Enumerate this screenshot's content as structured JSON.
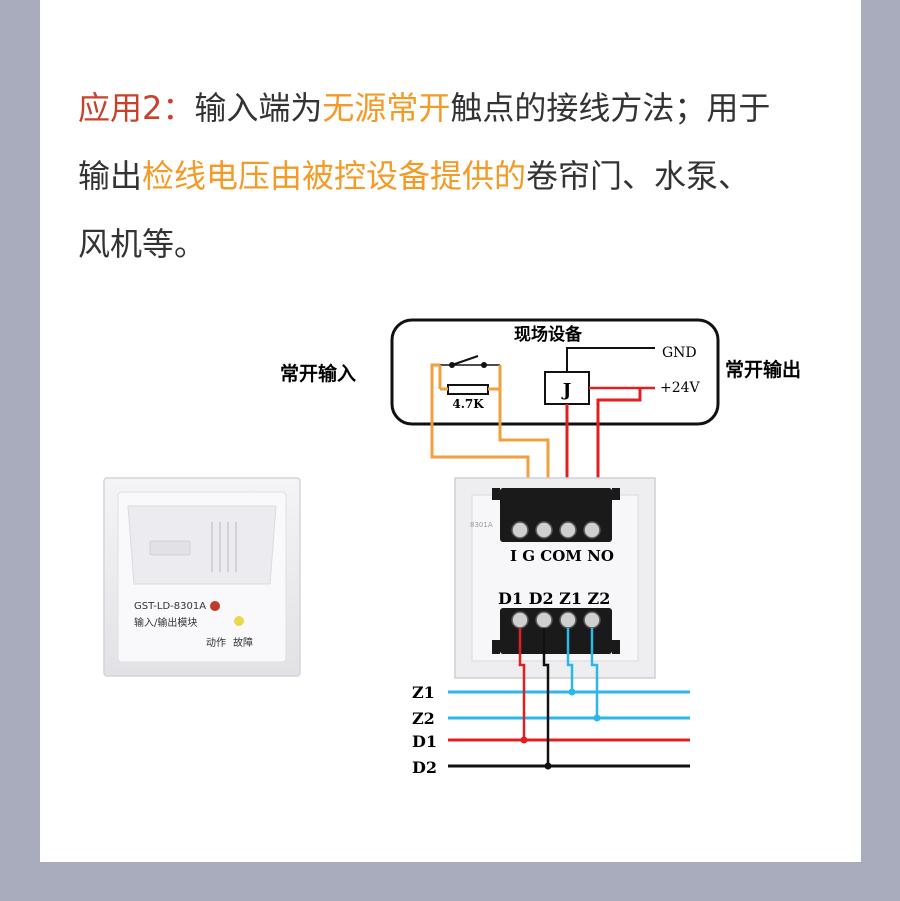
{
  "text": {
    "app_label": "应用2：",
    "seg1": "输入端为",
    "seg2_highlight": "无源常开",
    "seg3": "触点的接线方法；用于",
    "seg4": "输出",
    "seg5_highlight": "检线电压由被控设备提供的",
    "seg6": "卷帘门、水泵、",
    "seg7": "风机等。"
  },
  "diagram": {
    "field_device": "现场设备",
    "gnd": "GND",
    "plus24v": "+24V",
    "relay": "J",
    "resistor": "4.7K",
    "no_input": "常开输入",
    "no_output": "常开输出",
    "terminal_top": "I G COM NO",
    "terminal_bottom": "D1 D2 Z1 Z2",
    "bus": [
      "Z1",
      "Z2",
      "D1",
      "D2"
    ],
    "module_model": "GST-LD-8301A",
    "module_name": "输入/输出模块",
    "led_action": "动作",
    "led_fault": "故障",
    "pcb_mark": "8301A"
  },
  "colors": {
    "orange_wire": "#f0a03c",
    "red_wire": "#e02020",
    "blue_wire": "#2db6e8",
    "black_wire": "#111111",
    "accent_red": "#c8412a",
    "accent_orange": "#f39a27"
  }
}
